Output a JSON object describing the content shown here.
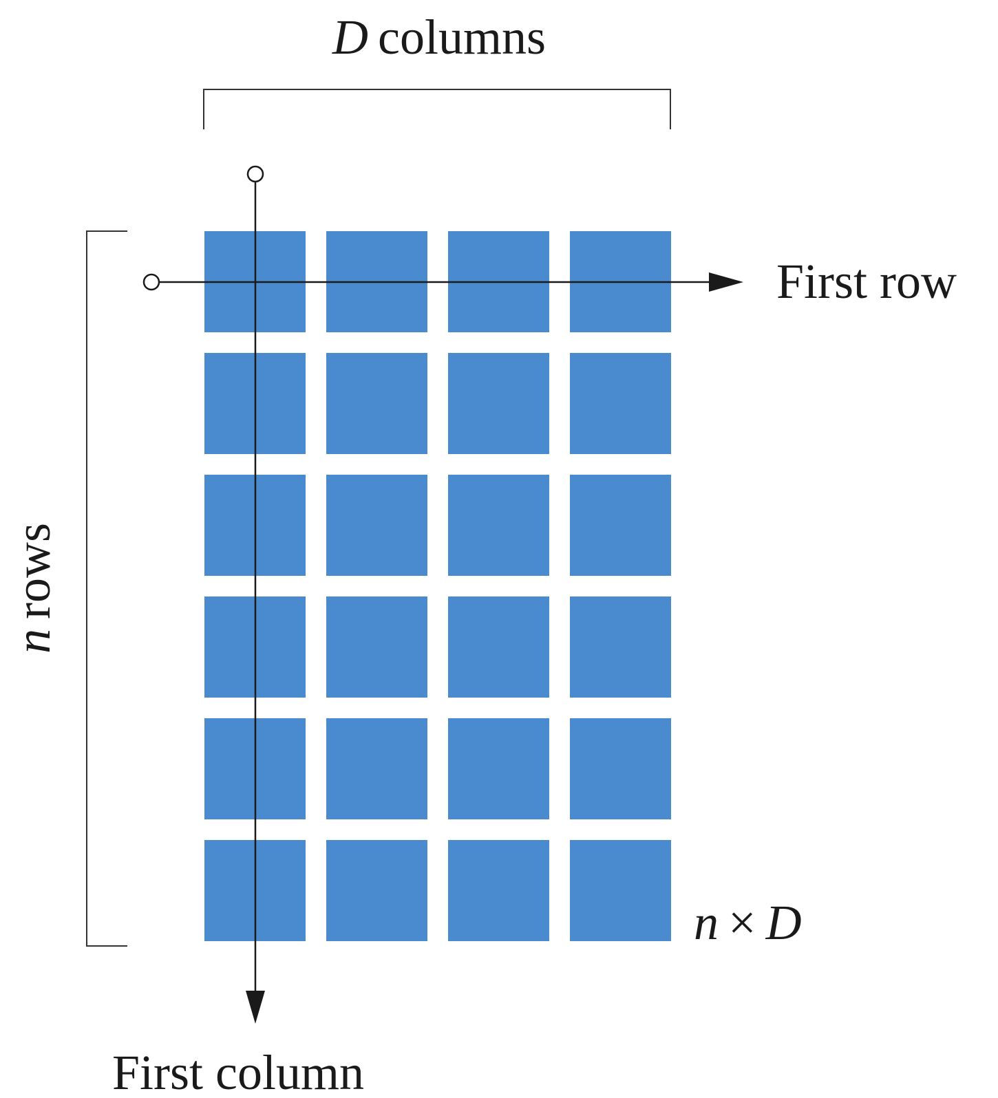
{
  "labels": {
    "columns_var": "D",
    "columns_word": "columns",
    "rows_var": "n",
    "rows_word": "rows",
    "first_row": "First row",
    "first_column": "First column",
    "size_n": "n",
    "size_times": "×",
    "size_D": "D"
  },
  "grid": {
    "rows": 6,
    "columns": 4
  },
  "colors": {
    "cell": "#4a8bd0",
    "line": "#1a1a1a",
    "bracket": "#333333",
    "background": "#ffffff"
  }
}
